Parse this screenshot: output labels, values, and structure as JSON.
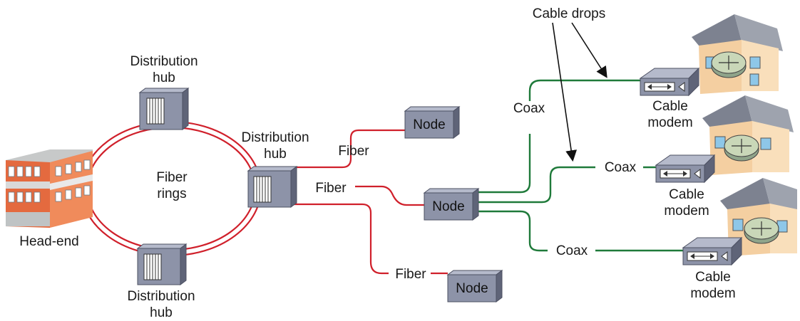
{
  "colors": {
    "fiber": "#d0202b",
    "coax": "#1f7a3a",
    "box_front": "#8d93a8",
    "box_top": "#b5bacb",
    "box_side": "#5f6478"
  },
  "labels": {
    "head_end": "Head-end",
    "fiber_rings": [
      "Fiber",
      "rings"
    ],
    "hub_top": [
      "Distribution",
      "hub"
    ],
    "hub_mid": [
      "Distribution",
      "hub"
    ],
    "hub_bottom": [
      "Distribution",
      "hub"
    ],
    "fiber_1": "Fiber",
    "fiber_2": "Fiber",
    "fiber_3": "Fiber",
    "coax_1": "Coax",
    "coax_2": "Coax",
    "coax_3": "Coax",
    "cable_drops": "Cable drops",
    "modem_1": [
      "Cable",
      "modem"
    ],
    "modem_2": [
      "Cable",
      "modem"
    ],
    "modem_3": [
      "Cable",
      "modem"
    ]
  },
  "nodes": {
    "node_1": "Node",
    "node_2": "Node",
    "node_3": "Node"
  },
  "icons": {
    "head_end": "building-icon",
    "hub": "distribution-hub-icon",
    "modem": "cable-modem-icon",
    "house": "house-icon",
    "router": "router-icon"
  }
}
